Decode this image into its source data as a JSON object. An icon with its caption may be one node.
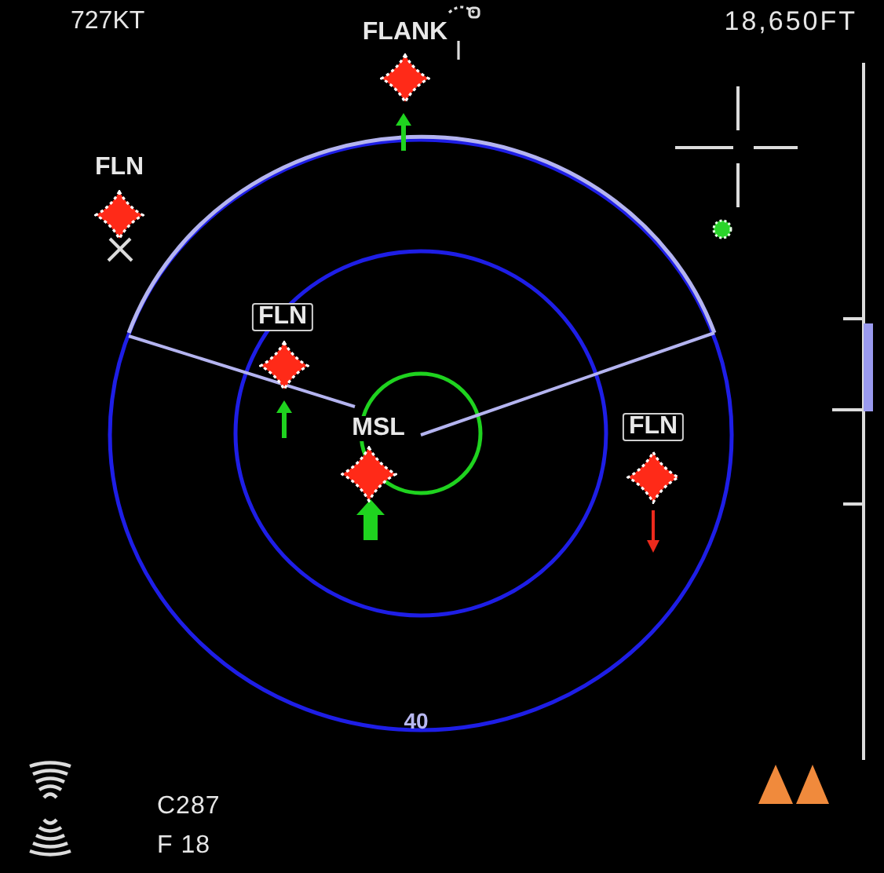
{
  "diagram": {
    "nodes": [
      {
        "text": [
          "FLANK"
        ]
      },
      {
        "text": [
          "FLN"
        ]
      },
      {
        "text": [
          "FLN"
        ]
      },
      {
        "text": [
          "MSL"
        ]
      },
      {
        "text": [
          "FLN"
        ]
      }
    ],
    "labels": [
      "727KT",
      "18,650FT",
      "40",
      "C287",
      "F 18"
    ]
  }
}
